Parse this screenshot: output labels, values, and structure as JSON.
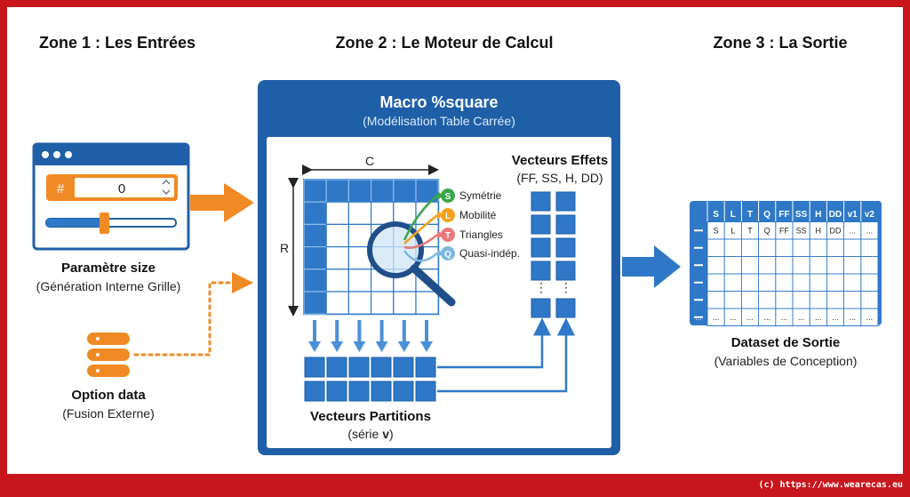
{
  "zones": {
    "zone1_title": "Zone 1 : Les Entrées",
    "zone2_title": "Zone 2 : Le Moteur de Calcul",
    "zone3_title": "Zone 3 : La Sortie"
  },
  "inputs": {
    "size_prefix": "#",
    "size_value": "0",
    "slider_level": 0.45,
    "param_title": "Paramètre size",
    "param_subtitle": "(Génération Interne Grille)",
    "option_title": "Option data",
    "option_subtitle": "(Fusion Externe)"
  },
  "macro": {
    "title": "Macro %square",
    "subtitle": "(Modélisation Table Carrée)",
    "col_label": "C",
    "row_label": "R",
    "effects_title": "Vecteurs Effets",
    "effects_subtitle": "(FF, SS, H, DD)",
    "legend": [
      {
        "letter": "S",
        "label": "Symétrie",
        "color": "#3aa64a"
      },
      {
        "letter": "L",
        "label": "Mobilité",
        "color": "#f3a21a"
      },
      {
        "letter": "T",
        "label": "Triangles",
        "color": "#e8787a"
      },
      {
        "letter": "Q",
        "label": "Quasi-indép.",
        "color": "#7ab8e0"
      }
    ],
    "ellipsis": "⋮",
    "partitions_title": "Vecteurs Partitions",
    "partitions_sub_prefix": "(série ",
    "partitions_sub_bold": "v",
    "partitions_sub_suffix": ")"
  },
  "output": {
    "headers": [
      "S",
      "L",
      "T",
      "Q",
      "FF",
      "SS",
      "H",
      "DD",
      "v1",
      "v2"
    ],
    "first_row": [
      "S",
      "L",
      "T",
      "Q",
      "FF",
      "SS",
      "H",
      "DD",
      "...",
      "..."
    ],
    "ellipsis": "...",
    "title": "Dataset de Sortie",
    "subtitle": "(Variables de Conception)"
  },
  "footer": "(c) https://www.wearecas.eu",
  "colors": {
    "frame": "#c8161d",
    "blue_dark": "#1f5fa8",
    "blue_mid": "#2e78c7",
    "blue_light": "#4a90d9",
    "orange": "#f08a24"
  }
}
